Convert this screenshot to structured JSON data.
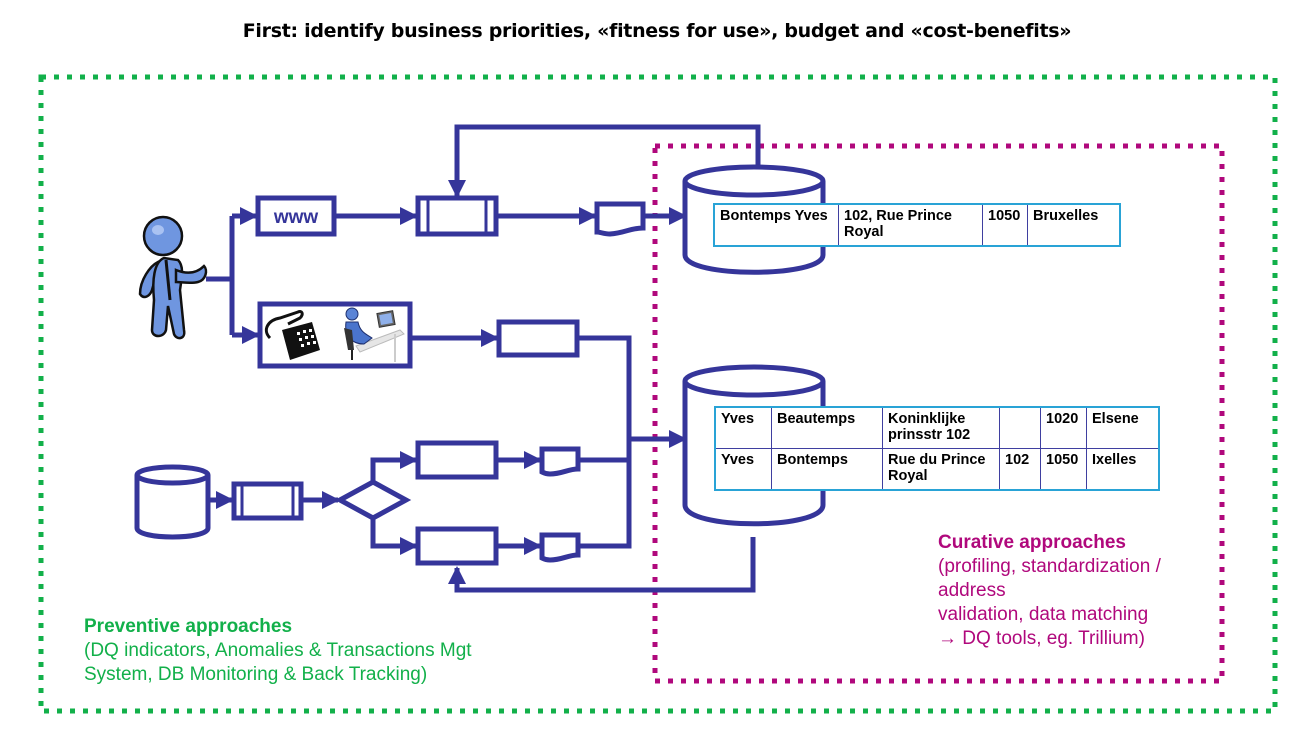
{
  "title": "First: identify business priorities, «fitness for use», budget and «cost-benefits»",
  "colors": {
    "flow": "#35359a",
    "preventive": "#12b04a",
    "curative": "#b0087c",
    "table_border": "#29a3d6",
    "person": "#6f96e0"
  },
  "nodes": {
    "web": {
      "label": "www",
      "icon": "web-input-box"
    },
    "phone_agent": {
      "icons": [
        "telephone-icon",
        "call-center-agent-icon"
      ]
    },
    "person": {
      "icon": "customer-person-icon"
    }
  },
  "database_top": {
    "rows": [
      [
        "Bontemps Yves",
        "102, Rue Prince Royal",
        "1050",
        "Bruxelles"
      ]
    ]
  },
  "database_bottom": {
    "rows": [
      [
        "Yves",
        "Beautemps",
        "Koninklijke prinsstr 102",
        "",
        "1020",
        "Elsene"
      ],
      [
        "Yves",
        "Bontemps",
        "Rue du Prince Royal",
        "102",
        "1050",
        "Ixelles"
      ]
    ]
  },
  "preventive": {
    "heading": "Preventive approaches",
    "lines": [
      "(DQ indicators, Anomalies & Transactions Mgt",
      "System, DB Monitoring & Back Tracking)"
    ]
  },
  "curative": {
    "heading": "Curative approaches",
    "lines": [
      "(profiling, standardization /",
      "address",
      "validation, data matching",
      "→ DQ tools, eg. Trillium)"
    ]
  }
}
